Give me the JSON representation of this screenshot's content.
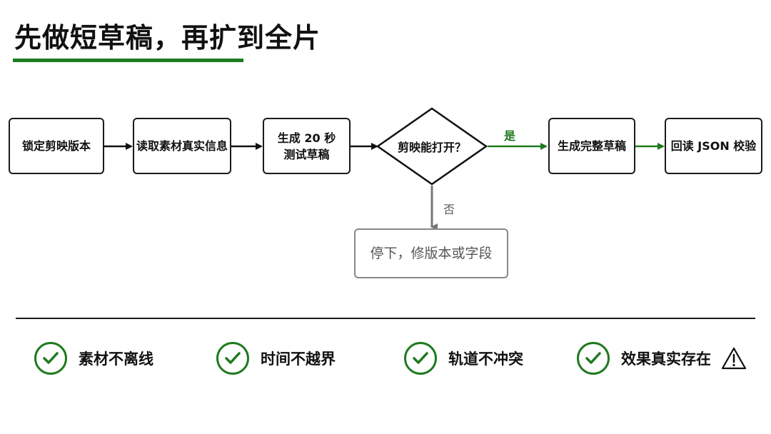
{
  "title": "先做短草稿，再扩到全片",
  "flow": {
    "steps": [
      "锁定剪映版本",
      "读取素材真实信息",
      "生成 20 秒\n测试草稿",
      "生成完整草稿",
      "回读 JSON 校验"
    ],
    "decision": "剪映能打开？",
    "yes_label": "是",
    "no_label": "否",
    "fallback": "停下，修版本或字段"
  },
  "checks": [
    {
      "label": "素材不离线",
      "icon": "check-circle-icon"
    },
    {
      "label": "时间不越界",
      "icon": "check-circle-icon"
    },
    {
      "label": "轨道不冲突",
      "icon": "check-circle-icon"
    },
    {
      "label": "效果真实存在",
      "icon": "check-circle-icon",
      "extra_icon": "warning-triangle-icon"
    }
  ],
  "colors": {
    "accent_green": "#1f7a1f",
    "muted_gray": "#888888",
    "text": "#111111"
  }
}
